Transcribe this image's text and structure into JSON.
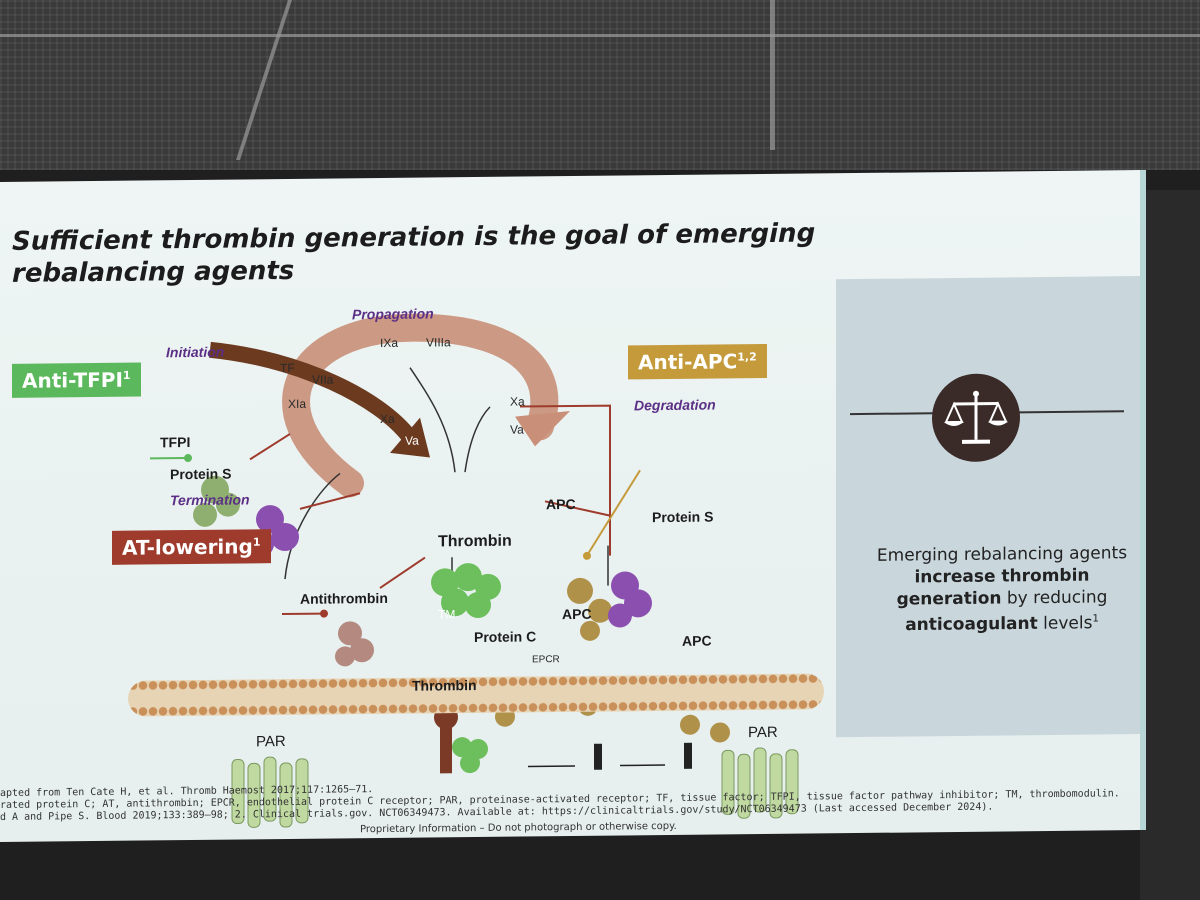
{
  "slide": {
    "title_line1": "Sufficient thrombin generation is the goal of emerging",
    "title_line2": "rebalancing agents",
    "tags": {
      "anti_tfpi": "Anti-TFPI",
      "anti_tfpi_sup": "1",
      "at_lowering": "AT-lowering",
      "at_lowering_sup": "1",
      "anti_apc": "Anti-APC",
      "anti_apc_sup": "1,2"
    },
    "labels": {
      "propagation": "Propagation",
      "initiation": "Initiation",
      "termination": "Termination",
      "degradation": "Degradation",
      "ixa": "IXa",
      "viiia": "VIIIa",
      "tf": "TF",
      "viia": "VIIa",
      "xia": "XIa",
      "xa_left": "Xa",
      "va_left": "Va",
      "xa_right": "Xa",
      "va_right": "Va",
      "tfpi": "TFPI",
      "protein_s_left": "Protein S",
      "thrombin_center": "Thrombin",
      "antithrombin": "Antithrombin",
      "apc_right": "APC",
      "protein_s_right": "Protein S",
      "tm": "TM",
      "protein_c": "Protein C",
      "epcr": "EPCR",
      "apc_mid": "APC",
      "apc_far": "APC",
      "thrombin_membrane": "Thrombin",
      "par_left": "PAR",
      "par_right": "PAR"
    },
    "panel": {
      "text_a": "Emerging rebalancing agents ",
      "text_b": "increase thrombin generation",
      "text_c": " by reducing ",
      "text_d": "anticoagulant",
      "text_e": " levels",
      "text_sup": "1"
    },
    "footnotes": {
      "line1": "apted from Ten Cate H, et al. Thromb Haemost 2017;117:1265–71.",
      "line2": "rated protein C; AT, antithrombin; EPCR, endothelial protein C receptor; PAR, proteinase-activated receptor; TF, tissue factor; TFPI, tissue factor pathway inhibitor; TM, thrombomodulin.",
      "line3": "d A and Pipe S. Blood 2019;133:389–98; 2. Clinical trials.gov. NCT06349473. Available at: https://clinicaltrials.gov/study/NCT06349473 (Last accessed December 2024).",
      "proprietary": "Proprietary Information – Do not photograph or otherwise copy."
    },
    "colors": {
      "green": "#5cb85c",
      "red": "#9e3b2c",
      "gold": "#c49a3a",
      "purple": "#5b2f86",
      "arrow_brown": "#6b3a1f",
      "arc_pink": "#c98f78"
    },
    "icons": [
      "balance-scale-icon"
    ]
  }
}
